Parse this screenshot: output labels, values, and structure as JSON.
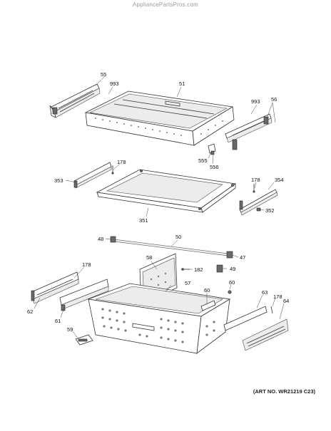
{
  "header": {
    "site": "AppliancePartsPros.com"
  },
  "footer": {
    "art_number": "(ART NO. WR21219 C23)"
  },
  "callouts": [
    {
      "id": "c55a",
      "text": "55"
    },
    {
      "id": "c993a",
      "text": "993"
    },
    {
      "id": "c51",
      "text": "51"
    },
    {
      "id": "c993b",
      "text": "993"
    },
    {
      "id": "c56",
      "text": "56"
    },
    {
      "id": "c555",
      "text": "555"
    },
    {
      "id": "c556",
      "text": "556"
    },
    {
      "id": "c178a",
      "text": "178"
    },
    {
      "id": "c353",
      "text": "353"
    },
    {
      "id": "c178b",
      "text": "178"
    },
    {
      "id": "c354",
      "text": "354"
    },
    {
      "id": "c352",
      "text": "352"
    },
    {
      "id": "c351",
      "text": "351"
    },
    {
      "id": "c48",
      "text": "48"
    },
    {
      "id": "c50",
      "text": "50"
    },
    {
      "id": "c47",
      "text": "47"
    },
    {
      "id": "c58",
      "text": "58"
    },
    {
      "id": "c182",
      "text": "182"
    },
    {
      "id": "c49",
      "text": "49"
    },
    {
      "id": "c178c",
      "text": "178"
    },
    {
      "id": "c57",
      "text": "57"
    },
    {
      "id": "c60a",
      "text": "60"
    },
    {
      "id": "c60b",
      "text": "60"
    },
    {
      "id": "c63",
      "text": "63"
    },
    {
      "id": "c178d",
      "text": "178"
    },
    {
      "id": "c64",
      "text": "64"
    },
    {
      "id": "c62",
      "text": "62"
    },
    {
      "id": "c61",
      "text": "61"
    },
    {
      "id": "c59",
      "text": "59"
    }
  ]
}
